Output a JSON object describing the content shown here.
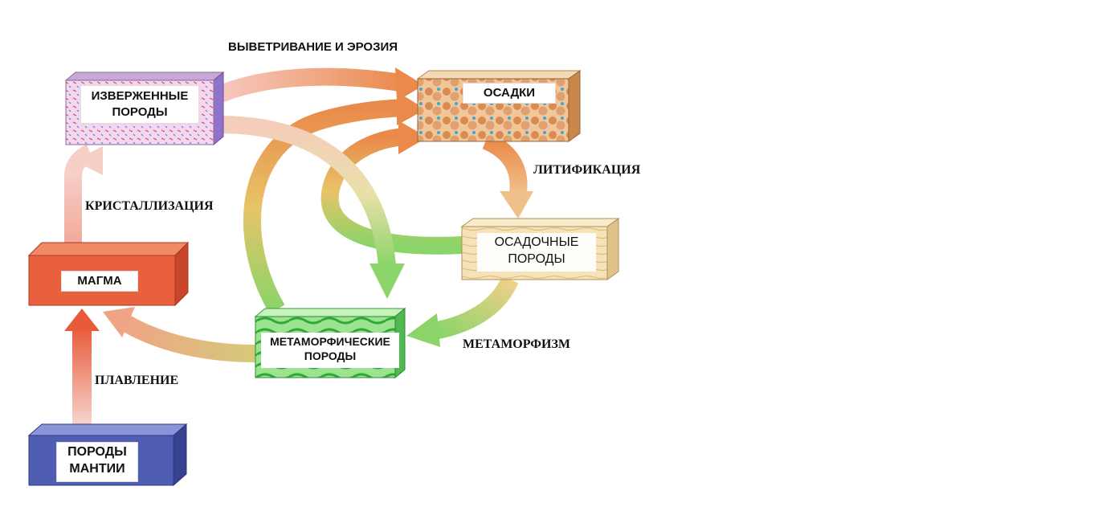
{
  "nodes": {
    "igneous": "ИЗВЕРЖЕННЫЕ ПОРОДЫ",
    "sediments": "ОСАДКИ",
    "sedimentary": "ОСАДОЧНЫЕ ПОРОДЫ",
    "metamorphic": "МЕТАМОРФИЧЕСКИЕ ПОРОДЫ",
    "magma": "МАГМА",
    "mantle": "ПОРОДЫ МАНТИИ"
  },
  "processes": {
    "weathering": "ВЫВЕТРИВАНИЕ И ЭРОЗИЯ",
    "lithification": "ЛИТИФИКАЦИЯ",
    "crystallization": "КРИСТАЛЛИЗАЦИЯ",
    "metamorphism": "МЕТАМОРФИЗМ",
    "melting": "ПЛАВЛЕНИЕ"
  },
  "colors": {
    "igneous_face": "#f3d7ef",
    "sediments_face": "#d9a06a",
    "sedimentary_face": "#f6e2b8",
    "metamorphic_face": "#7fd67a",
    "magma_face": "#e8603e",
    "mantle_face": "#4f5db3",
    "arrow_orange": "#e98a4a",
    "arrow_green": "#8bd46a",
    "arrow_pink": "#f2b0a8"
  }
}
